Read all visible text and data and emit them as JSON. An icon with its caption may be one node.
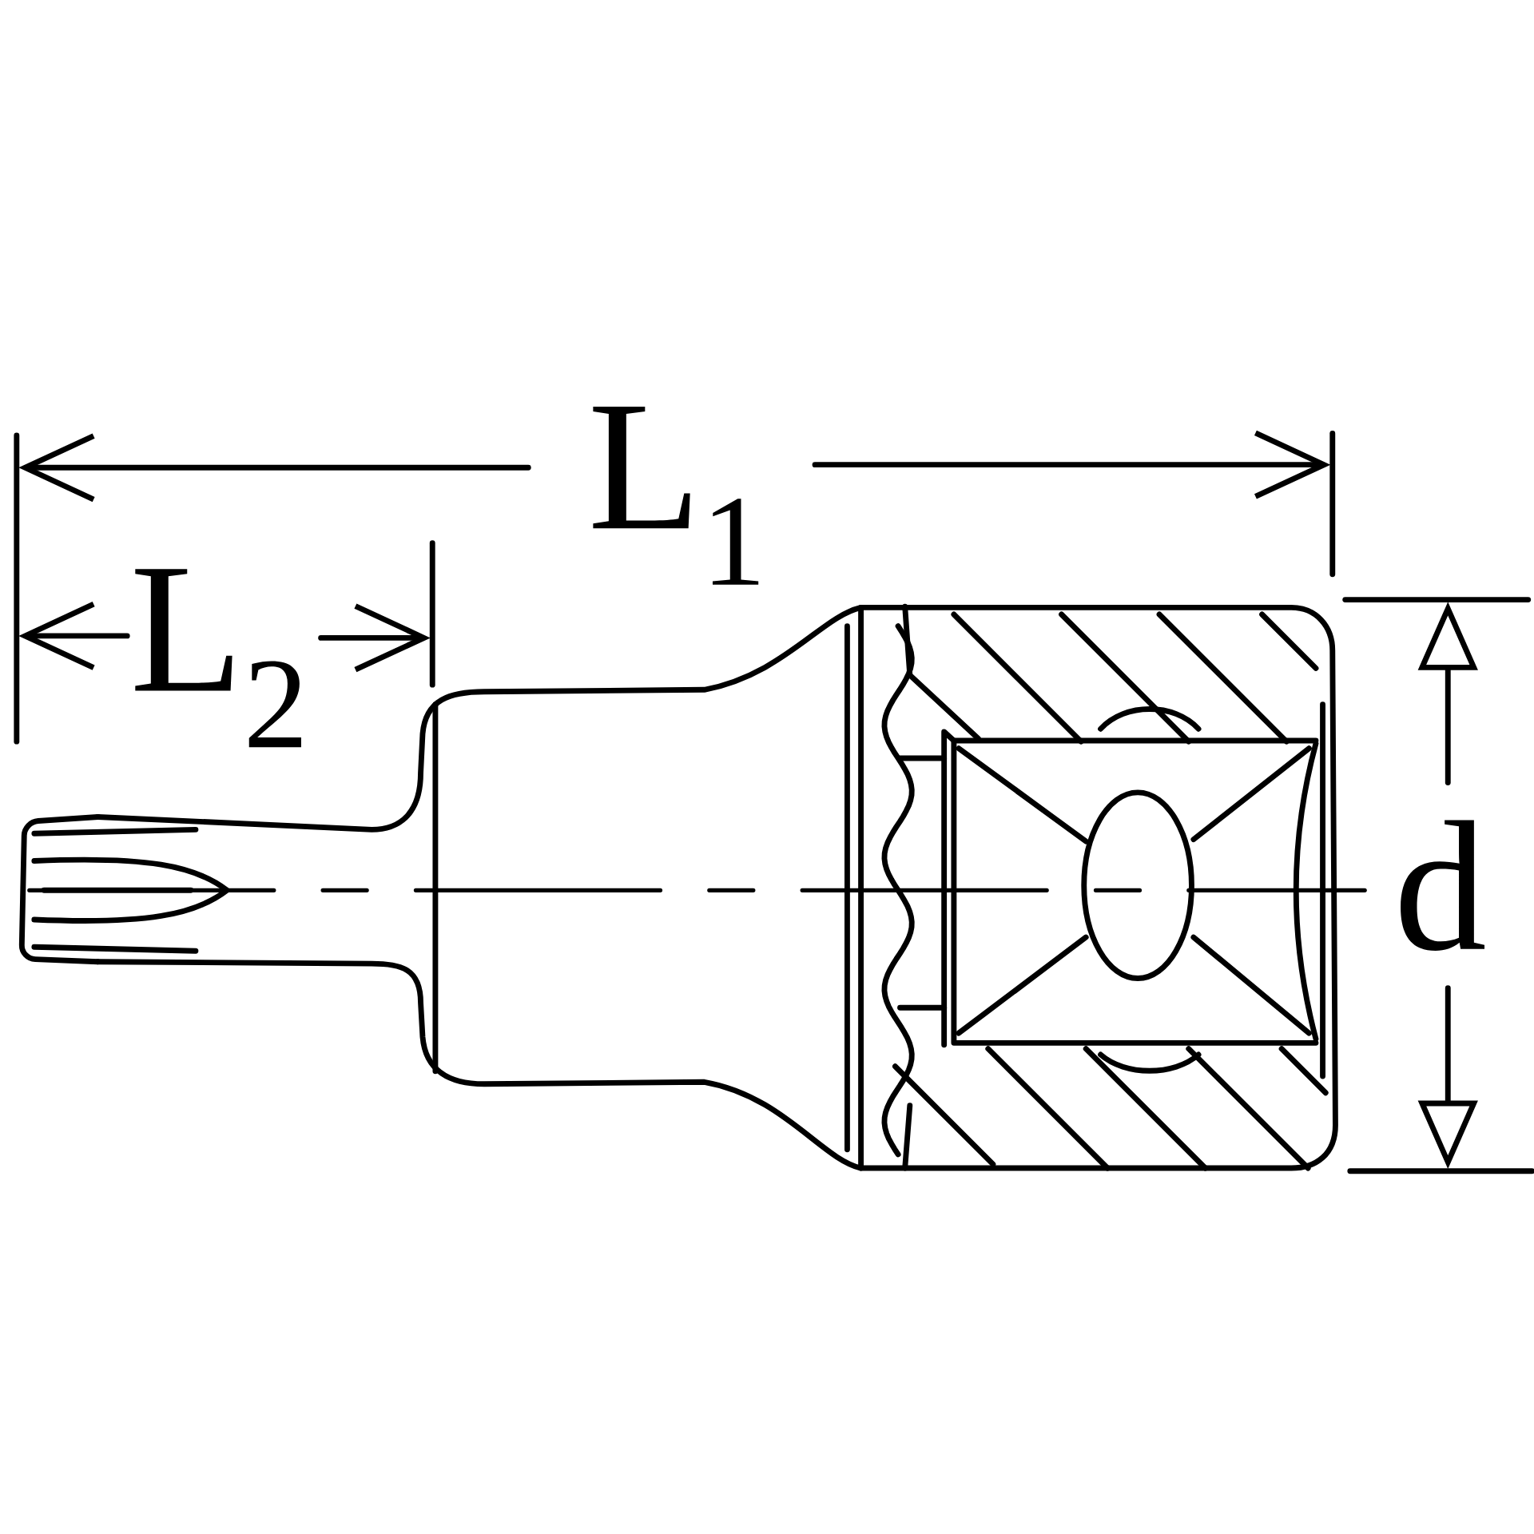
{
  "diagram": {
    "labels": [
      "L$_{1}$",
      "L$_{2}$",
      "d"
    ]
  }
}
